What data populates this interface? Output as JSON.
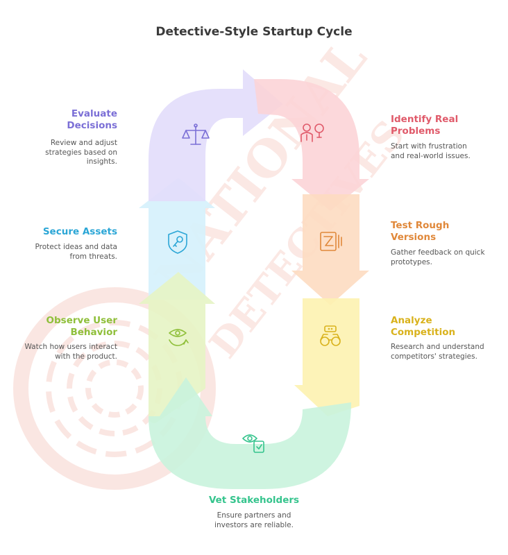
{
  "title": "Detective-Style Startup Cycle",
  "watermark": {
    "line1": "NATIONAL",
    "line2": "DETECTIVES"
  },
  "steps": {
    "evaluate": {
      "title": "Evaluate\nDecisions",
      "desc": "Review and adjust\nstrategies based on\ninsights.",
      "color": "#7b6fd6",
      "icon": "scales-icon"
    },
    "identify": {
      "title": "Identify Real\nProblems",
      "desc": "Start with frustration\nand real-world issues.",
      "color": "#e05a6a",
      "icon": "person-idea-icon"
    },
    "secure": {
      "title": "Secure Assets",
      "desc": "Protect ideas and data\nfrom threats.",
      "color": "#2ba6d6",
      "icon": "shield-key-icon"
    },
    "test": {
      "title": "Test Rough\nVersions",
      "desc": "Gather feedback on quick\nprototypes.",
      "color": "#e0883a",
      "icon": "prototype-icon"
    },
    "observe": {
      "title": "Observe User\nBehavior",
      "desc": "Watch how users interact\nwith the product.",
      "color": "#8fbf3a",
      "icon": "eye-cycle-icon"
    },
    "analyze": {
      "title": "Analyze\nCompetition",
      "desc": "Research and understand\ncompetitors' strategies.",
      "color": "#d9b21c",
      "icon": "binoculars-icon"
    },
    "vet": {
      "title": "Vet Stakeholders",
      "desc": "Ensure partners and\ninvestors are reliable.",
      "color": "#35c48d",
      "icon": "eye-clipboard-icon"
    }
  }
}
